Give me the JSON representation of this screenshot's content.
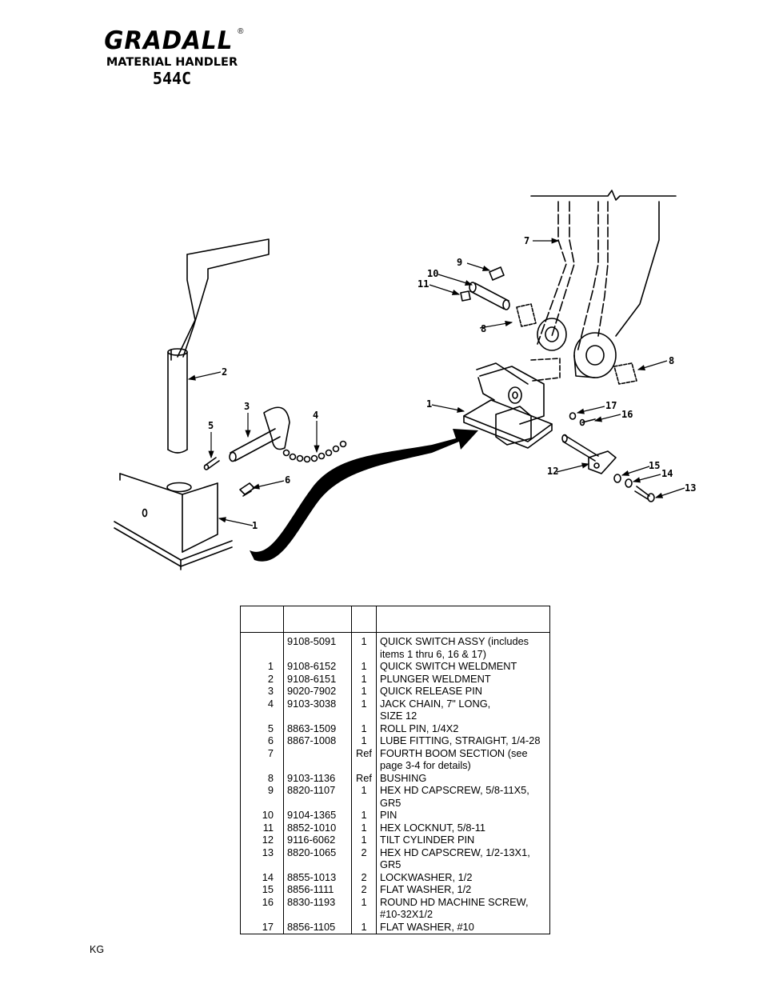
{
  "header": {
    "brand": "GRADALL",
    "registered_mark": "®",
    "subtitle": "MATERIAL HANDLER",
    "model": "544C"
  },
  "diagram": {
    "callouts": [
      "1",
      "2",
      "3",
      "4",
      "5",
      "6",
      "7",
      "8",
      "9",
      "10",
      "11",
      "12",
      "13",
      "14",
      "15",
      "16",
      "17"
    ]
  },
  "parts_table": {
    "headers": [
      "",
      "",
      "",
      ""
    ],
    "rows": [
      {
        "item": "",
        "part": "9108-5091",
        "qty": "1",
        "desc": [
          "QUICK SWITCH ASSY (includes",
          "items 1 thru 6, 16 & 17)"
        ]
      },
      {
        "item": "1",
        "part": "9108-6152",
        "qty": "1",
        "desc": [
          "QUICK SWITCH WELDMENT"
        ]
      },
      {
        "item": "2",
        "part": "9108-6151",
        "qty": "1",
        "desc": [
          "PLUNGER WELDMENT"
        ]
      },
      {
        "item": "3",
        "part": "9020-7902",
        "qty": "1",
        "desc": [
          "QUICK RELEASE PIN"
        ]
      },
      {
        "item": "4",
        "part": "9103-3038",
        "qty": "1",
        "desc": [
          "JACK CHAIN, 7\" LONG,",
          "SIZE 12"
        ]
      },
      {
        "item": "5",
        "part": "8863-1509",
        "qty": "1",
        "desc": [
          "ROLL PIN, 1/4X2"
        ]
      },
      {
        "item": "6",
        "part": "8867-1008",
        "qty": "1",
        "desc": [
          "LUBE FITTING, STRAIGHT, 1/4-28"
        ]
      },
      {
        "item": "7",
        "part": "",
        "qty": "Ref",
        "desc": [
          "FOURTH BOOM SECTION (see",
          "page 3-4 for details)"
        ]
      },
      {
        "item": "8",
        "part": "9103-1136",
        "qty": "Ref",
        "desc": [
          "BUSHING"
        ]
      },
      {
        "item": "9",
        "part": "8820-1107",
        "qty": "1",
        "desc": [
          "HEX HD CAPSCREW, 5/8-11X5,",
          "GR5"
        ]
      },
      {
        "item": "10",
        "part": "9104-1365",
        "qty": "1",
        "desc": [
          "PIN"
        ]
      },
      {
        "item": "11",
        "part": "8852-1010",
        "qty": "1",
        "desc": [
          "HEX LOCKNUT, 5/8-11"
        ]
      },
      {
        "item": "12",
        "part": "9116-6062",
        "qty": "1",
        "desc": [
          "TILT CYLINDER PIN"
        ]
      },
      {
        "item": "13",
        "part": "8820-1065",
        "qty": "2",
        "desc": [
          "HEX HD CAPSCREW, 1/2-13X1,",
          "GR5"
        ]
      },
      {
        "item": "14",
        "part": "8855-1013",
        "qty": "2",
        "desc": [
          "LOCKWASHER, 1/2"
        ]
      },
      {
        "item": "15",
        "part": "8856-1111",
        "qty": "2",
        "desc": [
          "FLAT WASHER, 1/2"
        ]
      },
      {
        "item": "16",
        "part": "8830-1193",
        "qty": "1",
        "desc": [
          "ROUND HD MACHINE SCREW,",
          "#10-32X1/2"
        ]
      },
      {
        "item": "17",
        "part": "8856-1105",
        "qty": "1",
        "desc": [
          "FLAT WASHER, #10"
        ]
      }
    ]
  },
  "footer": {
    "code": "KG"
  }
}
